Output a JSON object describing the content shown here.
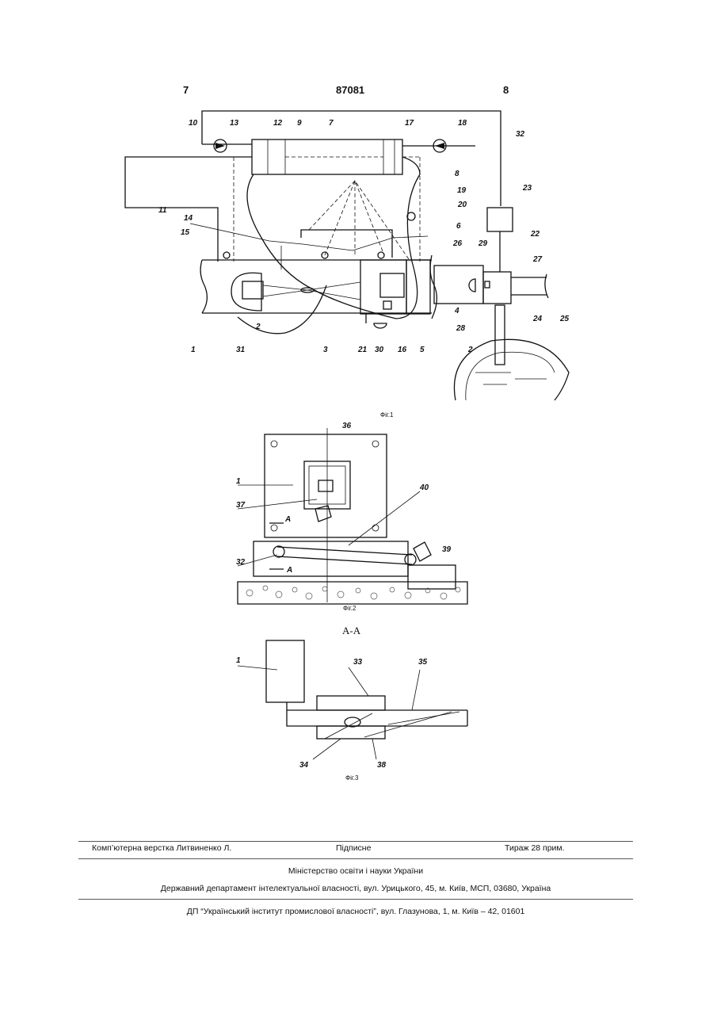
{
  "header": {
    "page_left": "7",
    "doc_number": "87081",
    "page_right": "8"
  },
  "figures": {
    "fig1": {
      "caption": "Фіг.1",
      "labels": [
        "1",
        "2",
        "3",
        "4",
        "5",
        "6",
        "7",
        "8",
        "9",
        "10",
        "11",
        "12",
        "13",
        "14",
        "15",
        "16",
        "17",
        "18",
        "19",
        "20",
        "21",
        "22",
        "23",
        "24",
        "25",
        "26",
        "27",
        "28",
        "29",
        "30",
        "31",
        "32"
      ]
    },
    "fig2": {
      "caption": "Фіг.2",
      "labels": [
        "1",
        "36",
        "37",
        "40",
        "32",
        "39"
      ],
      "section_mark": "A"
    },
    "fig3": {
      "title": "А-А",
      "caption": "Фіг.3",
      "labels": [
        "1",
        "33",
        "35",
        "34",
        "38"
      ]
    }
  },
  "footer": {
    "layout_credit": "Комп’ютерна верстка Литвиненко Л.",
    "signed": "Підписне",
    "circulation": "Тираж 28 прим.",
    "ministry": "Міністерство освіти і науки України",
    "department": "Державний департамент інтелектуальної власності, вул. Урицького, 45, м. Київ, МСП, 03680, Україна",
    "institute": "ДП “Український інститут промислової власності”, вул. Глазунова, 1, м. Київ – 42, 01601"
  }
}
